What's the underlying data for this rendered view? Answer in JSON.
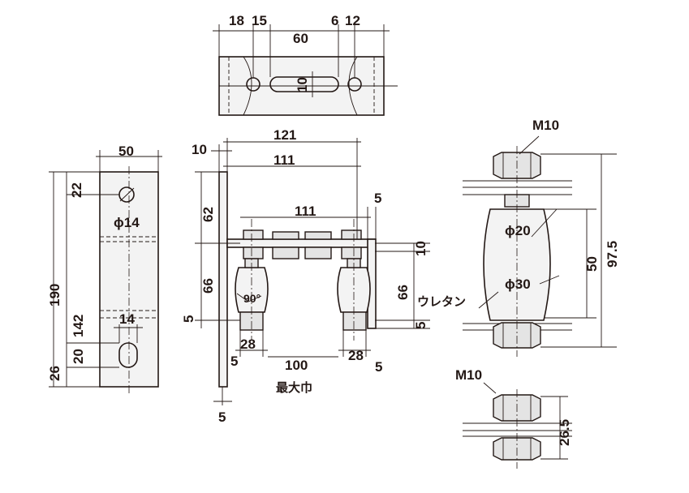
{
  "top_view": {
    "dim_18": "18",
    "dim_15": "15",
    "dim_60": "60",
    "dim_6": "6",
    "dim_12": "12",
    "dim_slot_10": "10"
  },
  "side_plate": {
    "dim_width": "50",
    "dim_hole_offset": "22",
    "dim_total_height": "190",
    "dim_hole_spacing": "142",
    "dim_bottom_offset": "26",
    "dim_slot_width": "14",
    "dim_slot_height": "20",
    "hole_dia": "ϕ14"
  },
  "front_view": {
    "dim_10": "10",
    "dim_121": "121",
    "dim_111_outer": "111",
    "dim_111_inner": "111",
    "dim_5_top": "5",
    "dim_62": "62",
    "dim_66_left": "66",
    "dim_66_right": "66",
    "dim_10_right": "10",
    "dim_5_left": "5",
    "dim_5_right": "5",
    "dim_28_left": "28",
    "dim_28_right": "28",
    "dim_100": "100",
    "dim_5_bottom_left": "5",
    "dim_5_bottom_right": "5",
    "dim_5_plate": "5",
    "angle": "90°",
    "max_width_label": "最大巾"
  },
  "roller_view": {
    "bolt_label": "M10",
    "dia_20": "ϕ20",
    "dia_30": "ϕ30",
    "dim_50": "50",
    "dim_97_5": "97.5",
    "material_label": "ウレタン"
  },
  "nut_view": {
    "bolt_label": "M10",
    "dim_26_5": "26.5"
  }
}
